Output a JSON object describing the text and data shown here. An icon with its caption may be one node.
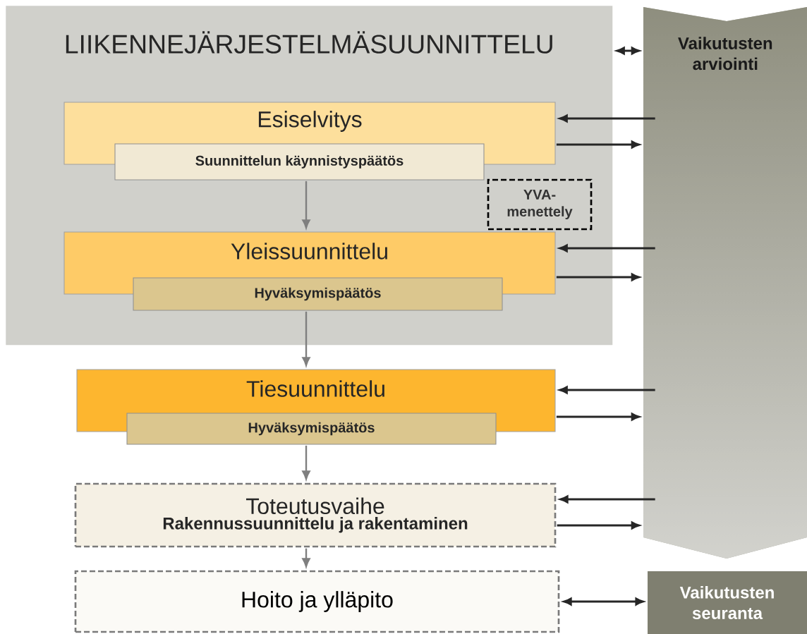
{
  "diagram": {
    "nodes": [
      {
        "text": [
          "LIIKENNEJÄRJESTELMÄSUUNNITTELU"
        ]
      },
      {
        "text": [
          "Vaikutusten arviointi"
        ]
      },
      {
        "text": [
          "Esiselvitys"
        ],
        "in": 0
      },
      {
        "text": [
          "Suunnittelun käynnistyspäätös"
        ],
        "in": 0
      },
      {
        "text": [
          "YVA- menettely"
        ],
        "in": 0
      },
      {
        "text": [
          "Yleissuunnittelu"
        ],
        "in": 0
      },
      {
        "text": [
          "Hyväksymispäätös"
        ],
        "in": 0
      },
      {
        "text": [
          "Tiesuunnittelu"
        ]
      },
      {
        "text": [
          "Hyväksymispäätös"
        ]
      },
      {
        "text": [
          "Toteutusvaihe",
          "Rakennussuunnittelu ja rakentaminen"
        ]
      },
      {
        "text": [
          "Hoito ja ylläpito"
        ]
      },
      {
        "text": [
          "Vaikutusten seuranta"
        ]
      }
    ],
    "edges": [
      {
        "from": 0,
        "to": 1,
        "arrow": "both"
      },
      {
        "from": 1,
        "to": 2,
        "arrow": "to"
      },
      {
        "from": 2,
        "to": 1,
        "arrow": "to"
      },
      {
        "from": 3,
        "to": 5,
        "arrow": "to",
        "color": "#7f7f7f"
      },
      {
        "from": 1,
        "to": 5,
        "arrow": "to"
      },
      {
        "from": 5,
        "to": 1,
        "arrow": "to"
      },
      {
        "from": 6,
        "to": 7,
        "arrow": "to",
        "color": "#7f7f7f"
      },
      {
        "from": 1,
        "to": 7,
        "arrow": "to"
      },
      {
        "from": 7,
        "to": 1,
        "arrow": "to"
      },
      {
        "from": 8,
        "to": 9,
        "arrow": "to",
        "color": "#7f7f7f"
      },
      {
        "from": 1,
        "to": 9,
        "arrow": "to"
      },
      {
        "from": 9,
        "to": 1,
        "arrow": "to"
      },
      {
        "from": 9,
        "to": 10,
        "arrow": "to",
        "color": "#7f7f7f"
      },
      {
        "from": 10,
        "to": 11,
        "arrow": "both"
      }
    ]
  }
}
